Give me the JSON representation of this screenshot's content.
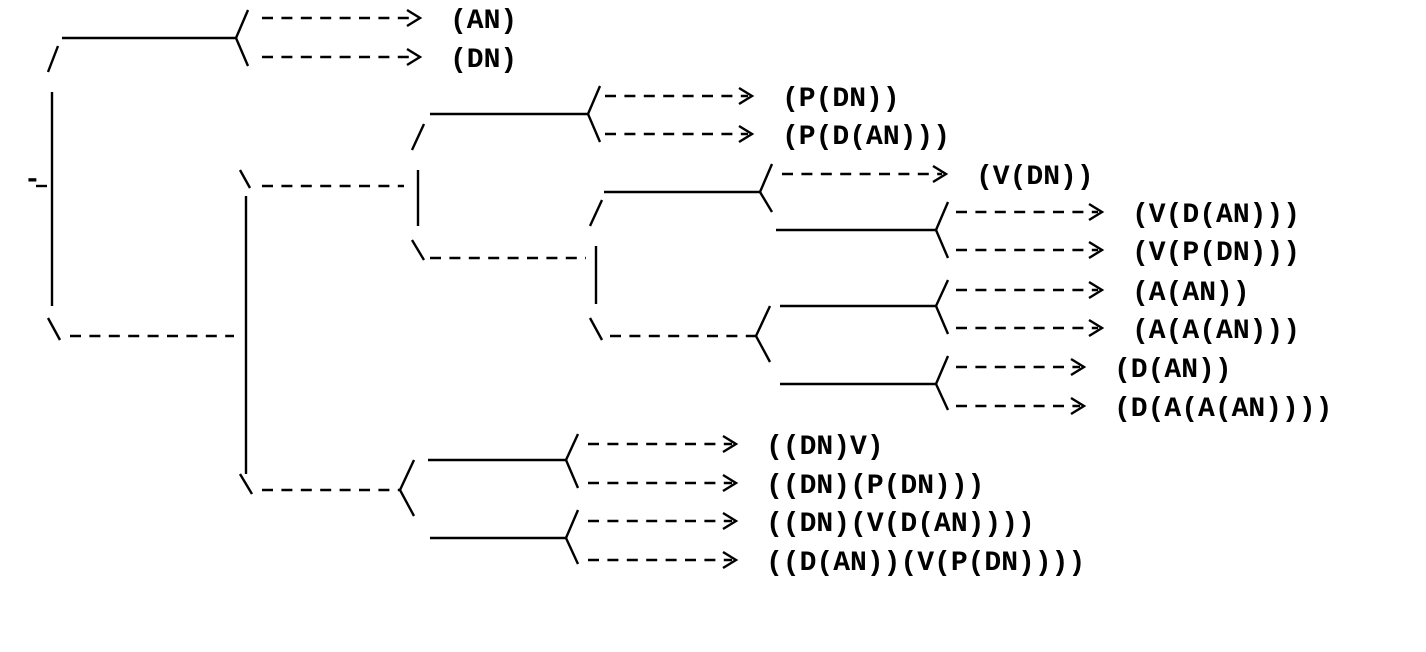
{
  "diagram": {
    "root_marker": "-",
    "leaves": [
      "(AN)",
      "(DN)",
      "(P(DN))",
      "(P(D(AN)))",
      "(V(DN))",
      "(V(D(AN)))",
      "(V(P(DN)))",
      "(A(AN))",
      "(A(A(AN)))",
      "(D(AN))",
      "(D(A(A(AN))))",
      "((DN)V)",
      "((DN)(P(DN)))",
      "((DN)(V(D(AN))))",
      "((D(AN))(V(P(DN))))"
    ]
  }
}
